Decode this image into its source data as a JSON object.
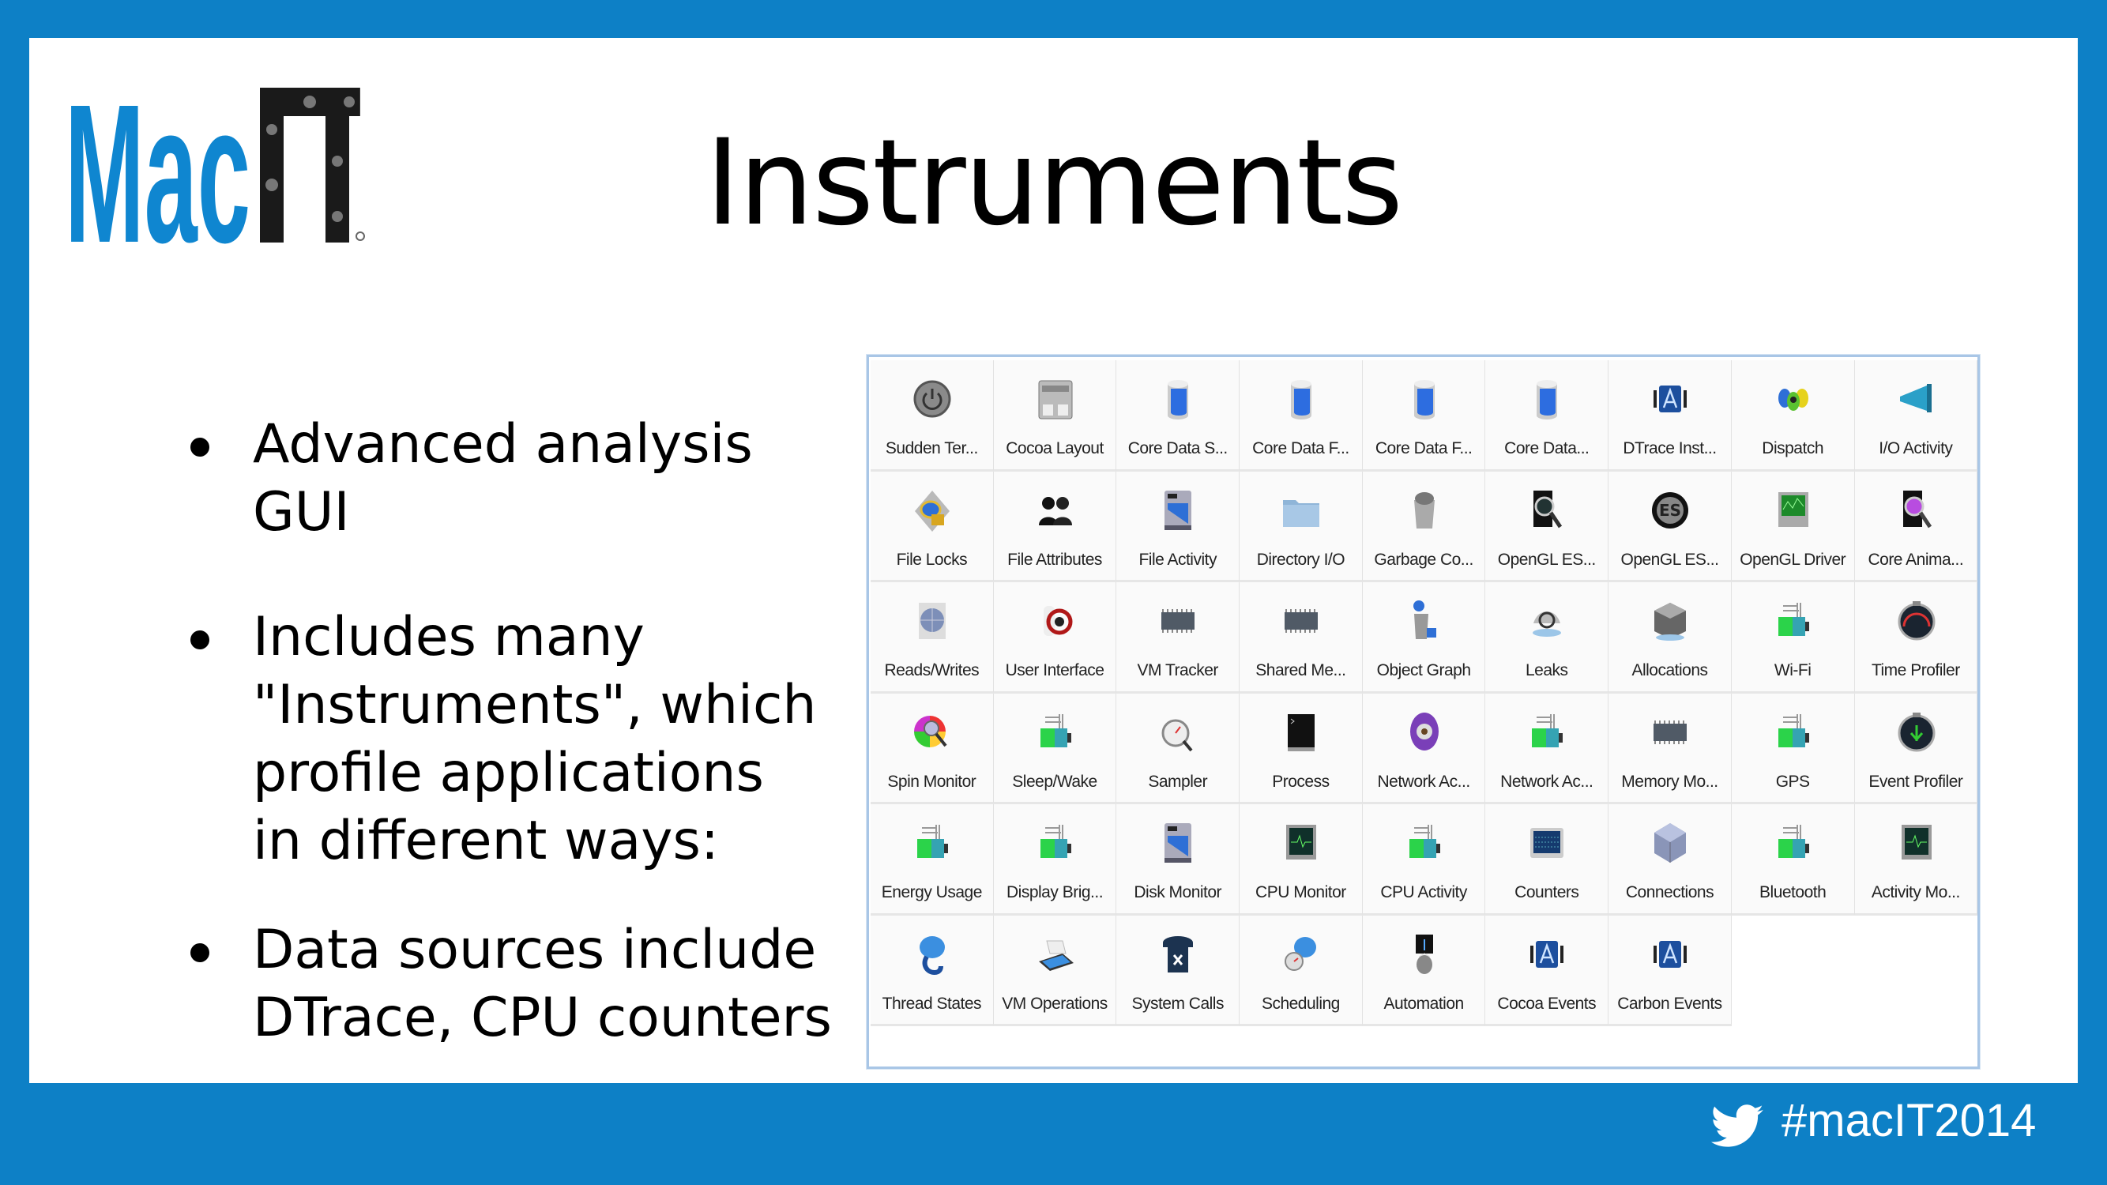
{
  "slide": {
    "title": "Instruments",
    "logo_text": "MacIT",
    "bullets": [
      {
        "text": "Advanced analysis GUI"
      },
      {
        "text": "Includes many\n\"Instruments\", which\nprofile applications\nin different ways:"
      },
      {
        "text": "Data sources include\nDTrace, CPU counters"
      }
    ],
    "hashtag": "#macIT2014"
  },
  "colors": {
    "frame": "#0d80c6",
    "logo_blue": "#0f86d0",
    "panel_border": "#a9c6e6"
  },
  "instruments": [
    {
      "label": "Sudden Ter...",
      "icon": "power"
    },
    {
      "label": "Cocoa Layout",
      "icon": "sliders"
    },
    {
      "label": "Core Data S...",
      "icon": "cylinder"
    },
    {
      "label": "Core Data F...",
      "icon": "cylinder"
    },
    {
      "label": "Core Data F...",
      "icon": "cylinder"
    },
    {
      "label": "Core Data...",
      "icon": "cylinder"
    },
    {
      "label": "DTrace Inst...",
      "icon": "appstore"
    },
    {
      "label": "Dispatch",
      "icon": "dispatch"
    },
    {
      "label": "I/O Activity",
      "icon": "megaphone"
    },
    {
      "label": "File Locks",
      "icon": "lock"
    },
    {
      "label": "File Attributes",
      "icon": "people"
    },
    {
      "label": "File Activity",
      "icon": "disk"
    },
    {
      "label": "Directory I/O",
      "icon": "folder"
    },
    {
      "label": "Garbage Co...",
      "icon": "trash"
    },
    {
      "label": "OpenGL ES...",
      "icon": "magnifier-dark"
    },
    {
      "label": "OpenGL ES...",
      "icon": "es-disc"
    },
    {
      "label": "OpenGL Driver",
      "icon": "monitor-green"
    },
    {
      "label": "Core Anima...",
      "icon": "magnifier-purple"
    },
    {
      "label": "Reads/Writes",
      "icon": "globe"
    },
    {
      "label": "User Interface",
      "icon": "wheel"
    },
    {
      "label": "VM Tracker",
      "icon": "chip"
    },
    {
      "label": "Shared Me...",
      "icon": "chip"
    },
    {
      "label": "Object Graph",
      "icon": "object-graph"
    },
    {
      "label": "Leaks",
      "icon": "leaks"
    },
    {
      "label": "Allocations",
      "icon": "box"
    },
    {
      "label": "Wi-Fi",
      "icon": "battery"
    },
    {
      "label": "Time Profiler",
      "icon": "gauge"
    },
    {
      "label": "Spin Monitor",
      "icon": "spin"
    },
    {
      "label": "Sleep/Wake",
      "icon": "battery"
    },
    {
      "label": "Sampler",
      "icon": "stopwatch"
    },
    {
      "label": "Process",
      "icon": "terminal"
    },
    {
      "label": "Network Ac...",
      "icon": "network"
    },
    {
      "label": "Network Ac...",
      "icon": "battery"
    },
    {
      "label": "Memory Mo...",
      "icon": "chip"
    },
    {
      "label": "GPS",
      "icon": "battery"
    },
    {
      "label": "Event Profiler",
      "icon": "gauge-green"
    },
    {
      "label": "Energy Usage",
      "icon": "battery"
    },
    {
      "label": "Display Brig...",
      "icon": "battery"
    },
    {
      "label": "Disk Monitor",
      "icon": "disk"
    },
    {
      "label": "CPU Monitor",
      "icon": "monitor-pulse"
    },
    {
      "label": "CPU Activity",
      "icon": "battery"
    },
    {
      "label": "Counters",
      "icon": "counters"
    },
    {
      "label": "Connections",
      "icon": "cube"
    },
    {
      "label": "Bluetooth",
      "icon": "battery"
    },
    {
      "label": "Activity Mo...",
      "icon": "monitor-pulse"
    },
    {
      "label": "Thread States",
      "icon": "brain"
    },
    {
      "label": "VM Operations",
      "icon": "scanner"
    },
    {
      "label": "System Calls",
      "icon": "phone"
    },
    {
      "label": "Scheduling",
      "icon": "brain-clock"
    },
    {
      "label": "Automation",
      "icon": "automation"
    },
    {
      "label": "Cocoa Events",
      "icon": "appstore"
    },
    {
      "label": "Carbon Events",
      "icon": "appstore"
    }
  ]
}
